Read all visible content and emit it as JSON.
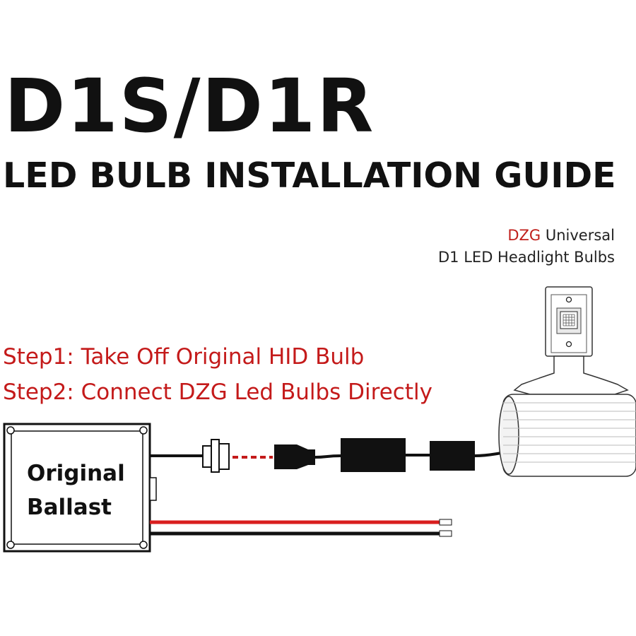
{
  "header": {
    "title": "D1S/D1R",
    "subtitle": "LED BULB INSTALLATION GUIDE"
  },
  "product": {
    "brand": "DZG",
    "line1_rest": " Universal",
    "line2": "D1 LED Headlight Bulbs"
  },
  "steps": [
    "Step1: Take Off Original HID Bulb",
    "Step2: Connect DZG Led Bulbs Directly"
  ],
  "ballast": {
    "line1": "Original",
    "line2": "Ballast"
  },
  "colors": {
    "text": "#111111",
    "accent_red": "#c41a1a",
    "wire_red": "#d91e1e",
    "wire_black": "#111111"
  }
}
